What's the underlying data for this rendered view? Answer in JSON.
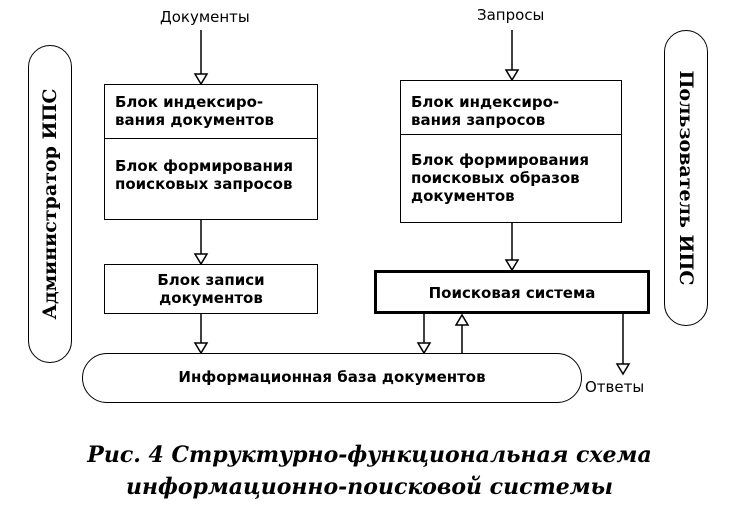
{
  "inputs": {
    "documents": "Документы",
    "queries": "Запросы"
  },
  "outputs": {
    "answers": "Ответы"
  },
  "side": {
    "admin": "Администратор ИПС",
    "user": "Пользователь ИПС"
  },
  "left_block": {
    "indexing": "Блок индексиро-\nвания документов",
    "query_forming": "Блок формирования\nпоисковых запросов"
  },
  "right_block": {
    "indexing": "Блок индексиро-\nвания запросов",
    "image_forming": "Блок формирования\nпоисковых образов\nдокументов"
  },
  "record_block": "Блок записи\nдокументов",
  "search_system": "Поисковая система",
  "database": "Информационная база документов",
  "caption": {
    "line1": "Рис. 4   Структурно-функциональная схема",
    "line2": "информационно-поисковой системы"
  }
}
